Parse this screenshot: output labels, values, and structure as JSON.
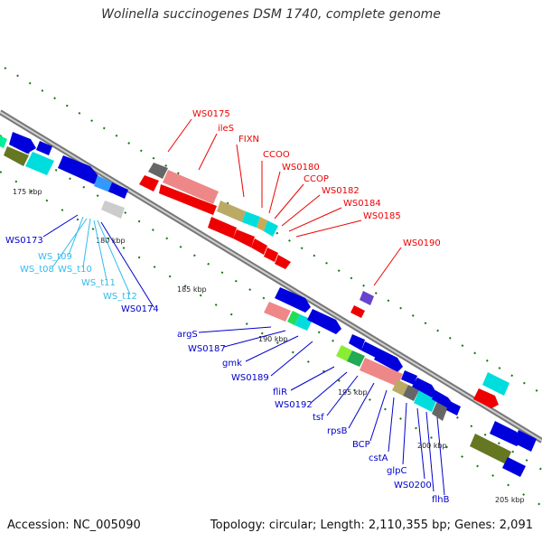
{
  "title": "Wolinella succinogenes DSM 1740, complete genome",
  "footer": {
    "accession": "Accession: NC_005090",
    "topology": "Topology: circular; Length: 2,110,355 bp; Genes: 2,091"
  },
  "colors": {
    "backbone": "#888888",
    "forward": "#ee0000",
    "reverse": "#0000cc",
    "trna": "#33bbee",
    "tick": "#117711"
  },
  "kbp_labels": [
    "175 kbp",
    "180 kbp",
    "185 kbp",
    "190 kbp",
    "195 kbp",
    "200 kbp",
    "205 kbp"
  ],
  "labels_forward": [
    "WS0175",
    "ileS",
    "FIXN",
    "CCOO",
    "WS0180",
    "CCOP",
    "WS0182",
    "WS0184",
    "WS0185",
    "WS0190"
  ],
  "labels_reverse": [
    "WS0173",
    "WS_t09",
    "WS_t08",
    "WS_t10",
    "WS_t11",
    "WS_t12",
    "WS0174",
    "argS",
    "WS0187",
    "gmk",
    "WS0189",
    "fliR",
    "WS0192",
    "tsf",
    "rpsB",
    "BCP",
    "cstA",
    "glpC",
    "WS0200",
    "flhB"
  ]
}
